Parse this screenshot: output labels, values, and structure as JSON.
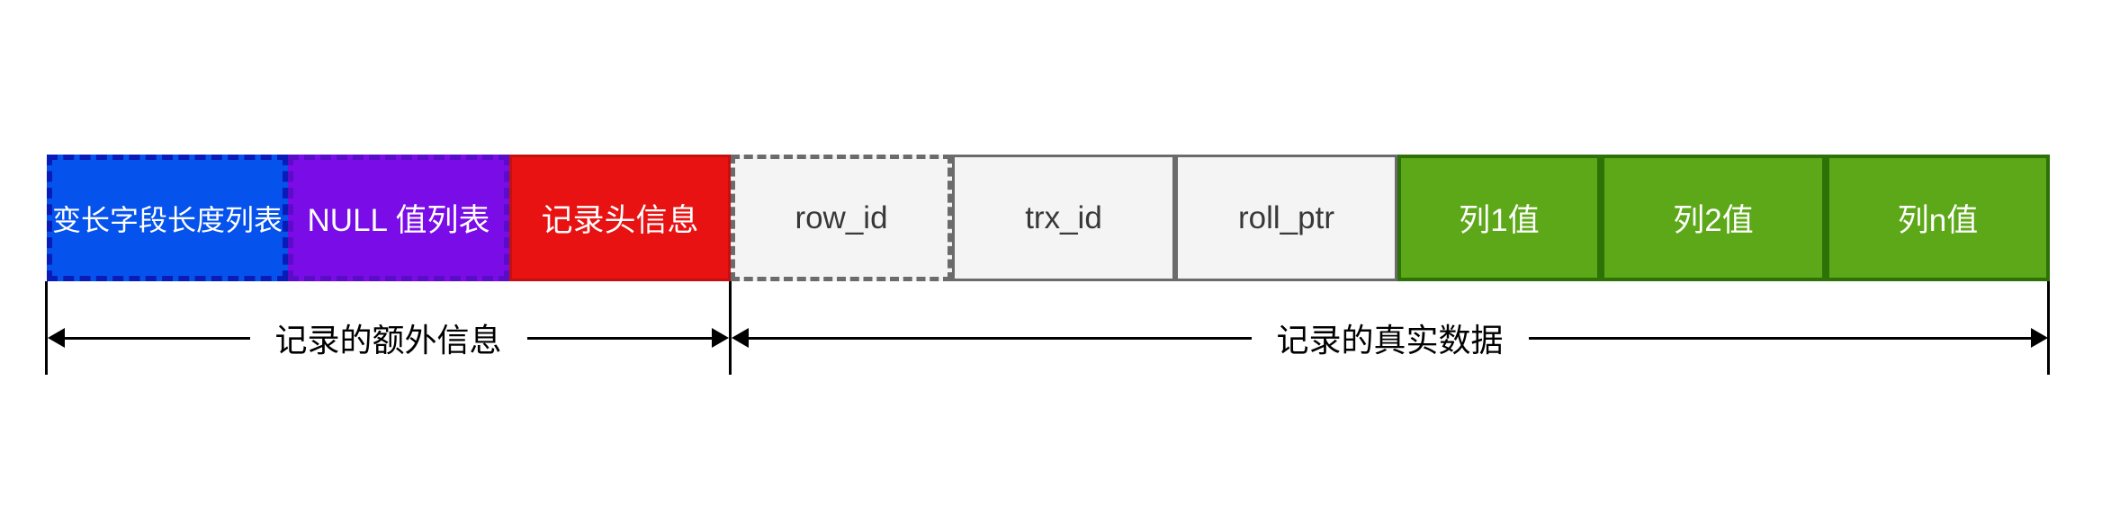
{
  "diagram": {
    "record_segments": [
      {
        "label": "变长字段长度列表",
        "fill": "#0553EC",
        "border": "#0A1CB8",
        "border_style": "dashed",
        "text_color": "#FFFFFF"
      },
      {
        "label": "NULL 值列表",
        "fill": "#7A0CE8",
        "border": "#5A0CC8",
        "border_style": "dashed",
        "text_color": "#FFFFFF"
      },
      {
        "label": "记录头信息",
        "fill": "#E81212",
        "border": "#C41010",
        "border_style": "solid",
        "text_color": "#FFFFFF"
      },
      {
        "label": "row_id",
        "fill": "#F4F4F4",
        "border": "#6B6B6B",
        "border_style": "dashed",
        "text_color": "#383838"
      },
      {
        "label": "trx_id",
        "fill": "#F4F4F4",
        "border": "#6B6B6B",
        "border_style": "solid",
        "text_color": "#383838"
      },
      {
        "label": "roll_ptr",
        "fill": "#F4F4F4",
        "border": "#6B6B6B",
        "border_style": "solid",
        "text_color": "#383838"
      },
      {
        "label": "列1值",
        "fill": "#5CA818",
        "border": "#2E7207",
        "border_style": "solid",
        "text_color": "#FFFFFF"
      },
      {
        "label": "列2值",
        "fill": "#5CA818",
        "border": "#2E7207",
        "border_style": "solid",
        "text_color": "#FFFFFF"
      },
      {
        "label": "列n值",
        "fill": "#5CA818",
        "border": "#2E7207",
        "border_style": "solid",
        "text_color": "#FFFFFF"
      }
    ],
    "dimension_labels": {
      "extra_info": "记录的额外信息",
      "real_data": "记录的真实数据"
    },
    "line_color": "#000000",
    "background_color": "#FFFFFF"
  }
}
